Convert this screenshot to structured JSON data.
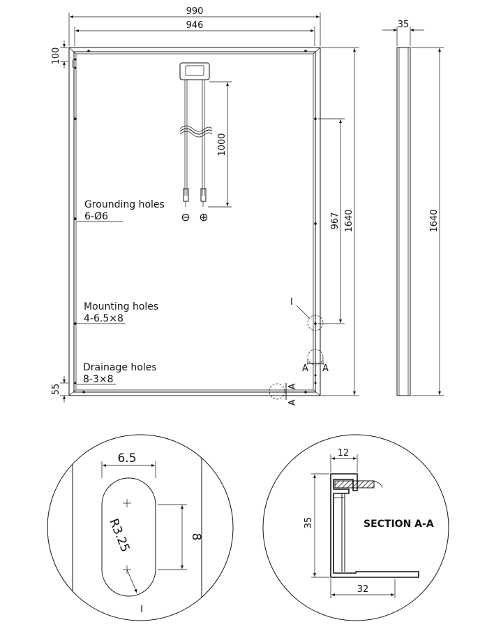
{
  "panel": {
    "dim_outer_width": "990",
    "dim_inner_width": "946",
    "dim_frame_depth": "35",
    "dim_top_offset": "100",
    "dim_bottom_offset": "55",
    "dim_cable_length": "1000",
    "dim_hole_spacing": "967",
    "dim_height_back": "1640",
    "dim_height_side": "1640",
    "polarity_negative": "⊖",
    "polarity_positive": "⊕",
    "label_detail_i": "I",
    "label_section_a": "A",
    "grounding": {
      "title": "Grounding holes",
      "spec": "6-Ø6"
    },
    "mounting": {
      "title": "Mounting holes",
      "spec": "4-6.5×8"
    },
    "drainage": {
      "title": "Drainage holes",
      "spec": "8-3×8"
    }
  },
  "detail_i": {
    "dim_width": "6.5",
    "dim_length": "8",
    "dim_radius": "R3.25",
    "label": "I"
  },
  "section_aa": {
    "title": "SECTION A-A",
    "dim_lip": "12",
    "dim_height": "35",
    "dim_base": "32"
  },
  "colors": {
    "line": "#111111",
    "background": "#ffffff"
  }
}
